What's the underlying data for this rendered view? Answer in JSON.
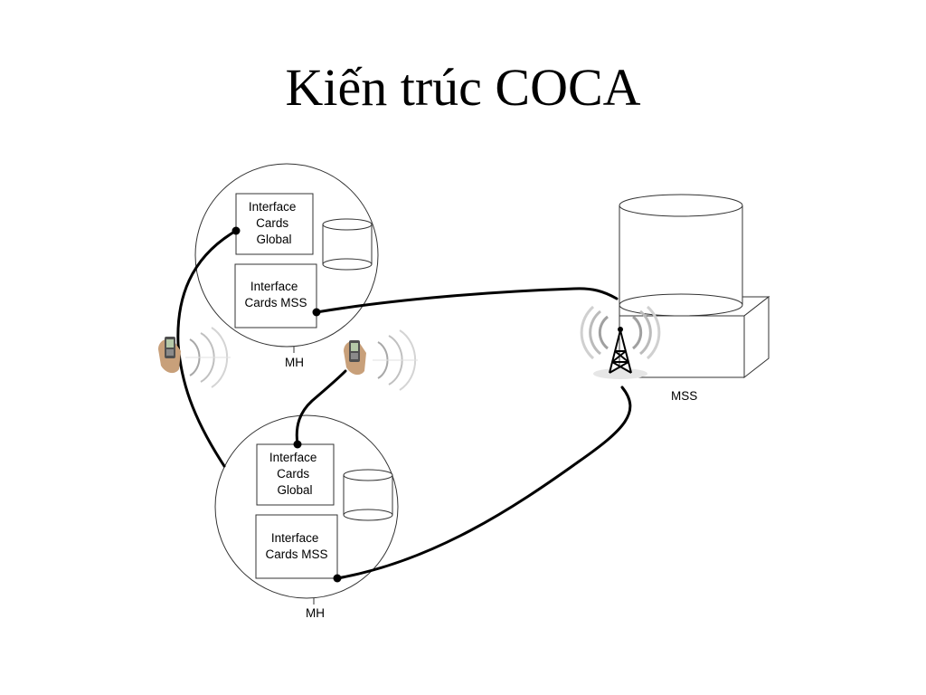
{
  "title": "Kiến trúc COCA",
  "colors": {
    "background": "#ffffff",
    "line": "#000000",
    "outline": "#333333",
    "phone_body": "#c8a07a",
    "phone_screen": "#8a8a8a",
    "signal": "#9a9a9a"
  },
  "mh_nodes": [
    {
      "label": "MH",
      "global_box": [
        "Interface",
        "Cards",
        "Global"
      ],
      "mss_box": [
        "Interface",
        "Cards MSS"
      ]
    },
    {
      "label": "MH",
      "global_box": [
        "Interface",
        "Cards",
        "Global"
      ],
      "mss_box": [
        "Interface",
        "Cards MSS"
      ]
    }
  ],
  "mss": {
    "label": "MSS",
    "tower_icon": "radio-tower-icon",
    "database_icon": "database-cylinder-icon"
  },
  "phone_icons": [
    "mobile-phone-icon",
    "mobile-phone-icon"
  ],
  "storage_icon": "storage-cylinder-icon"
}
